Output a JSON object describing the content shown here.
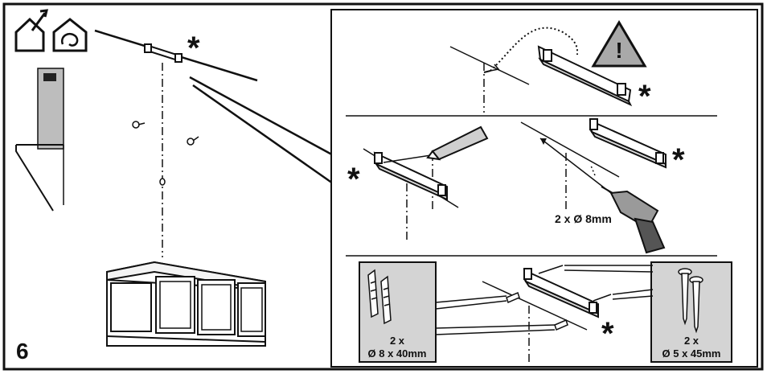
{
  "step_number": "6",
  "warning_symbol": "!",
  "asterisk_symbol": "*",
  "drill_label": "2 x Ø 8mm",
  "plugs": {
    "qty": "2 x",
    "size": "Ø 8 x 40mm"
  },
  "screws": {
    "qty": "2 x",
    "size": "Ø 5 x 45mm"
  },
  "icons": [
    "ducted-house-icon",
    "recirculation-house-icon",
    "warning-triangle-icon",
    "pencil-icon",
    "drill-icon"
  ],
  "colors": {
    "line": "#111111",
    "panel_gray": "#d4d4d4",
    "hood_gray": "#bdbdbd",
    "warning_fill": "#a9a9a9"
  }
}
